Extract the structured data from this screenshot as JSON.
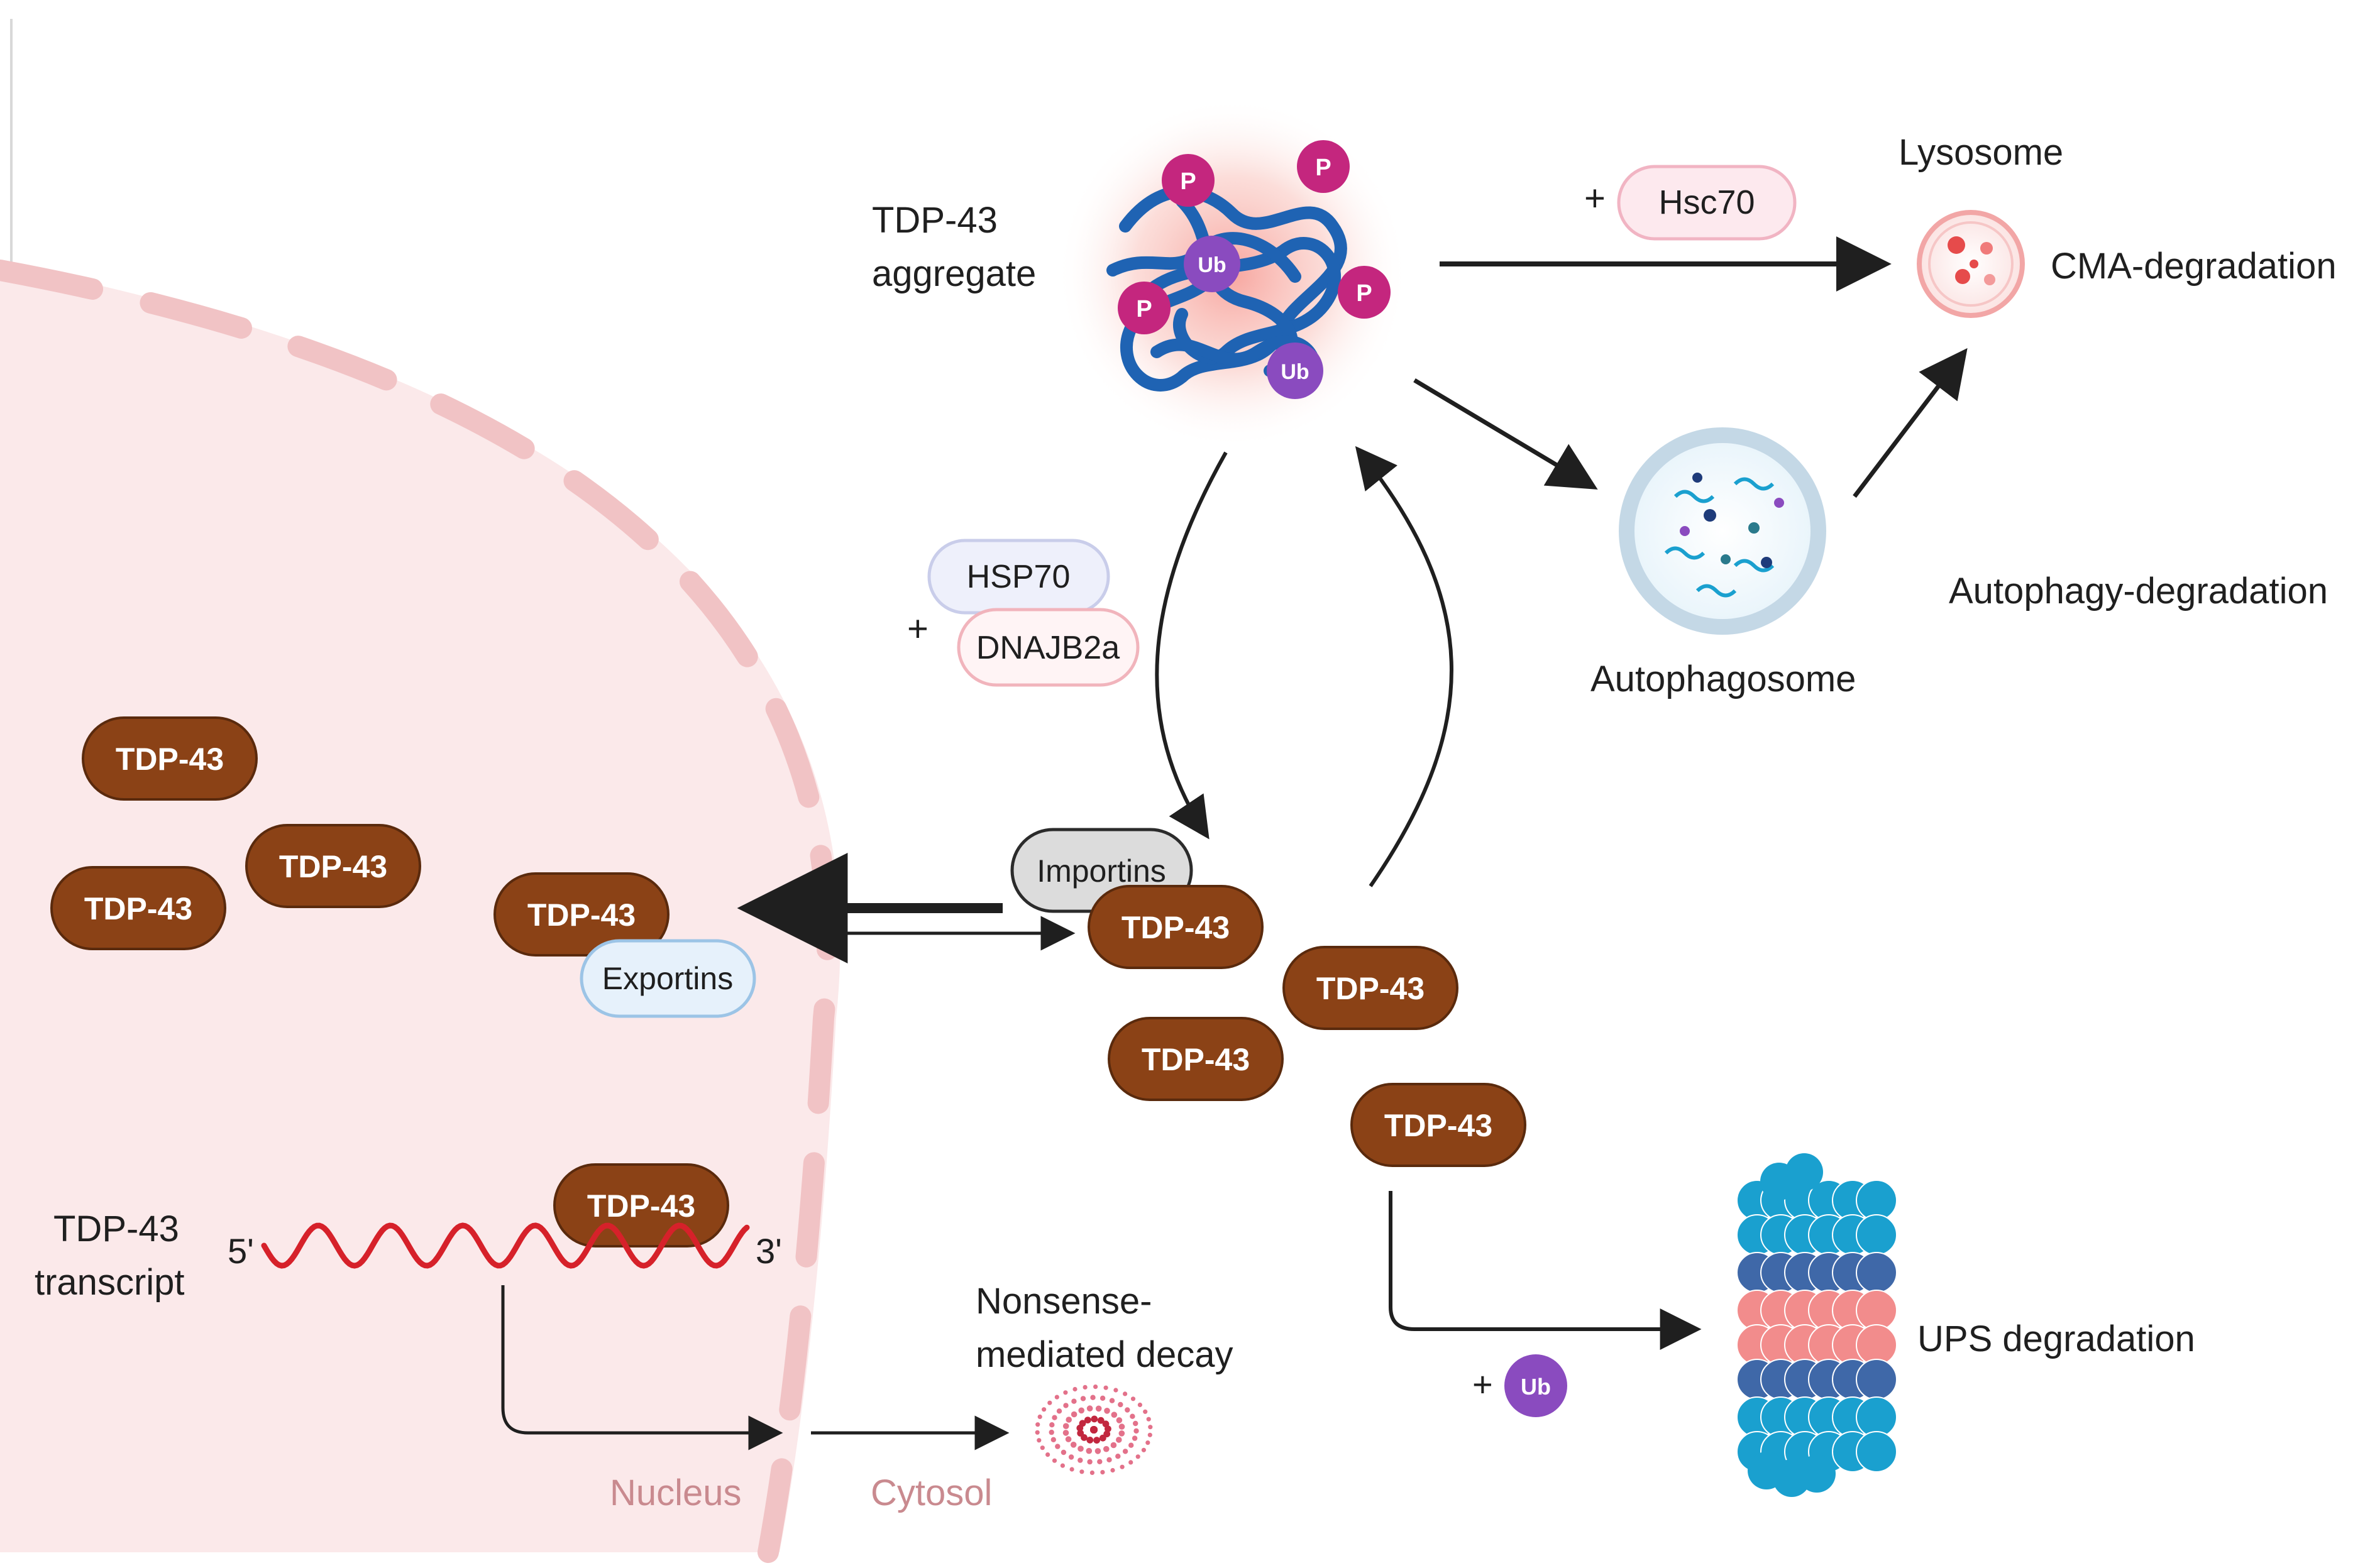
{
  "aggregate": {
    "line1": "TDP-43",
    "line2": "aggregate",
    "p": "P",
    "ub": "Ub"
  },
  "hsc70": {
    "plus": "+",
    "label": "Hsc70"
  },
  "lysosome": {
    "label": "Lysosome",
    "pathway": "CMA-degradation"
  },
  "autophagosome": {
    "label": "Autophagosome",
    "pathway": "Autophagy-degradation"
  },
  "chaperones": {
    "plus": "+",
    "hsp70": "HSP70",
    "dnajb2a": "DNAJB2a"
  },
  "transport": {
    "importins": "Importins",
    "exportins": "Exportins"
  },
  "protein": {
    "label": "TDP-43"
  },
  "transcript": {
    "line1": "TDP-43",
    "line2": "transcript",
    "five": "5'",
    "three": "3'"
  },
  "nmd": {
    "line1": "Nonsense-",
    "line2": "mediated decay"
  },
  "ups": {
    "label": "UPS degradation",
    "plus": "+",
    "ub": "Ub"
  },
  "compartments": {
    "nucleus": "Nucleus",
    "cytosol": "Cytosol"
  },
  "colors": {
    "protein_fill": "#8b4216",
    "membrane": "#f1c3c5",
    "nucleus_fill": "#fbe9ea",
    "phospho": "#c4267e",
    "ubiquitin": "#8a4bbf",
    "aggregate_strand": "#1f63b3",
    "proteasome_outer": "#1aa0cf",
    "proteasome_mid": "#3f68a8",
    "proteasome_core": "#f28c8c"
  }
}
